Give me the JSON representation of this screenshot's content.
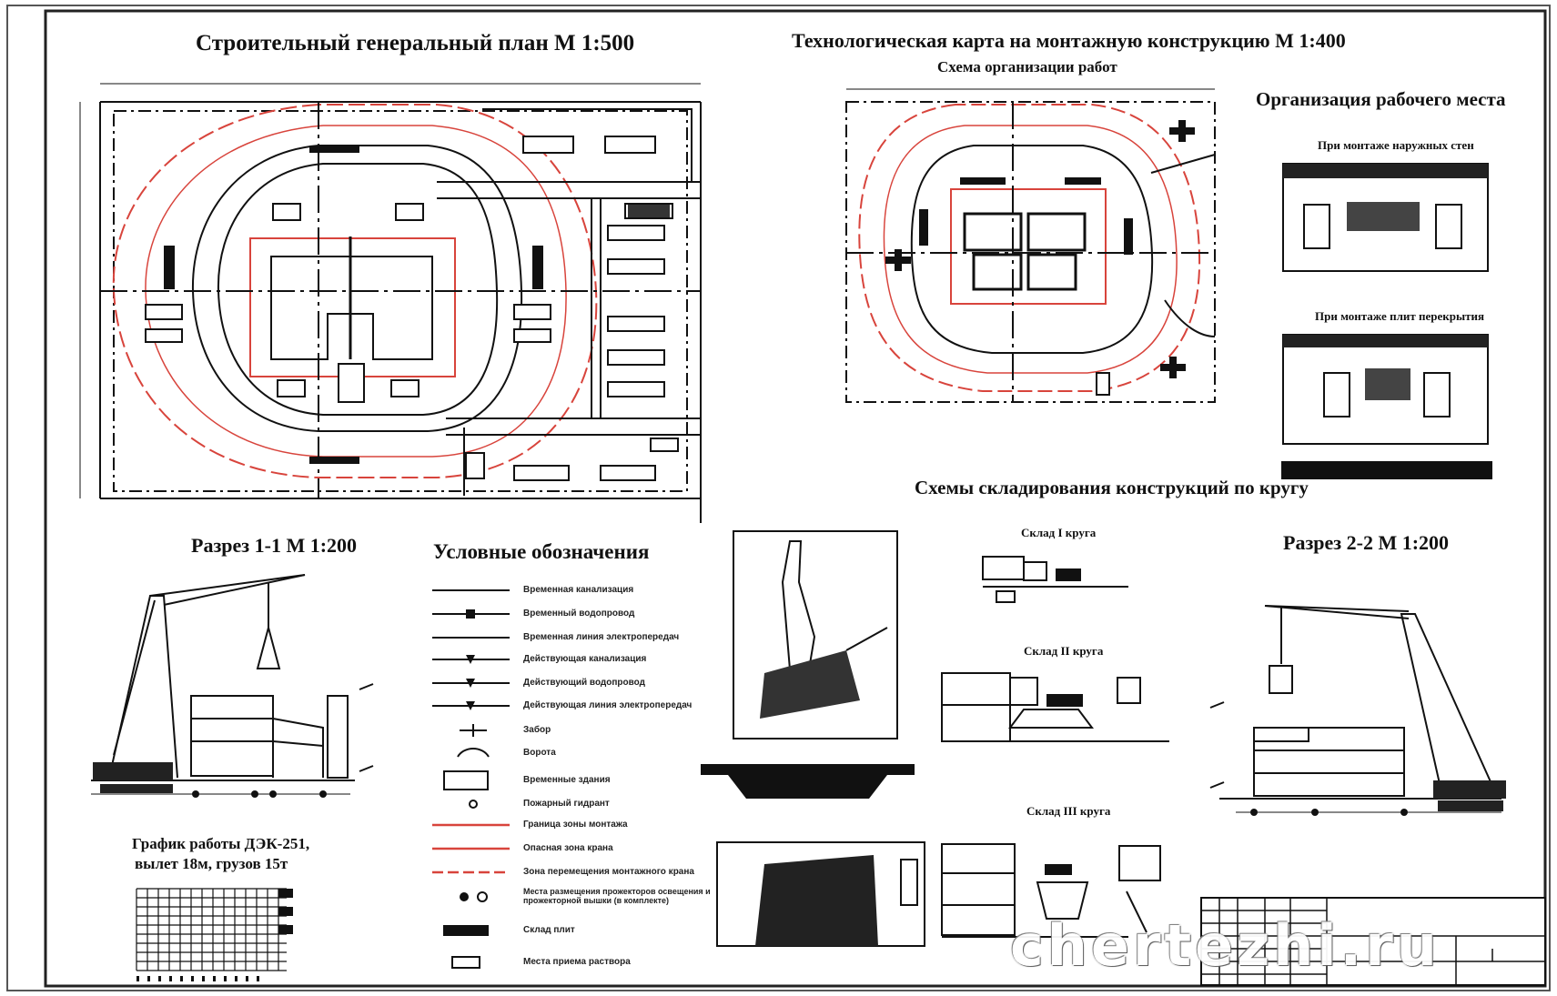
{
  "titles": {
    "site_plan": "Строительный генеральный план    М 1:500",
    "tech_map": "Технологическая карта на монтажную конструкцию    М 1:400",
    "tech_map_sub": "Схема организации работ",
    "workplace": "Организация рабочего места",
    "workplace_sub_1": "При монтаже наружных стен",
    "workplace_sub_2": "При монтаже плит перекрытия",
    "section_1": "Разрез 1-1   М 1:200",
    "section_2": "Разрез 2-2   М 1:200",
    "legend": "Условные обозначения",
    "crane_chart": "График работы ДЭК-251,",
    "crane_chart_2": "вылет 18м, грузов 15т",
    "storage": "Схемы складирования конструкций по кругу",
    "storage_1": "Склад I круга",
    "storage_2": "Склад II круга",
    "storage_3": "Склад III круга"
  },
  "legend_items": [
    "Временная канализация",
    "Временный водопровод",
    "Временная линия электропередач",
    "Действующая канализация",
    "Действующий водопровод",
    "Действующая линия электропередач",
    "Забор",
    "Ворота",
    "Временные здания",
    "Пожарный гидрант",
    "Граница зоны монтажа",
    "Опасная зона крана",
    "Зона перемещения монтажного крана",
    "Места размещения прожекторов освещения и прожекторной вышки (в комплекте)",
    "Склад плит",
    "Места приема раствора"
  ],
  "watermark": "chertezhi.ru",
  "colors": {
    "line": "#111111",
    "red": "#d8443c",
    "paper": "#ffffff"
  }
}
